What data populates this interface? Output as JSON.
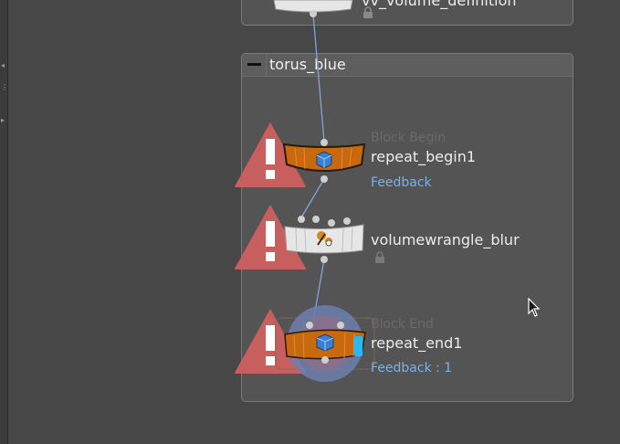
{
  "network_box": {
    "title": "torus_blue"
  },
  "top_node": {
    "label": "vv_volume_definition"
  },
  "nodes": [
    {
      "label": "repeat_begin1",
      "type_label": "Block Begin",
      "comment": "Feedback",
      "icon": "box-icon"
    },
    {
      "label": "volumewrangle_blur",
      "icon": "wrangle-icon"
    },
    {
      "label": "repeat_end1",
      "type_label": "Block End",
      "comment": "Feedback : 1",
      "icon": "box-icon"
    }
  ],
  "colors": {
    "background": "#474747",
    "box_fill": "#545454",
    "node_orange": "#c9690e",
    "node_white": "#e6e6e6",
    "warning_red": "#c85f5f",
    "wire_blue": "#7fa6d6",
    "comment_blue": "#7ab0e6",
    "display_flag": "#29b8f0"
  },
  "icons": [
    "warning-icon",
    "lock-icon",
    "mouse-cursor-icon",
    "collapse-icon"
  ]
}
